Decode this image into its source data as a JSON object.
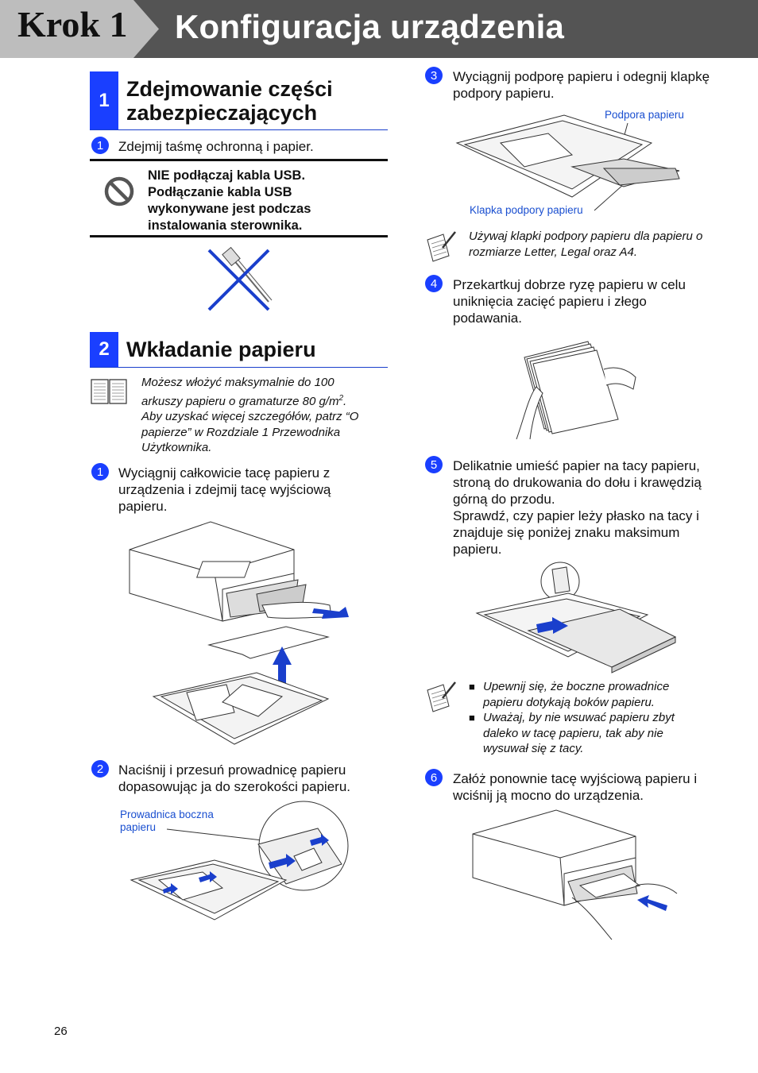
{
  "header": {
    "step": "Krok 1",
    "title": "Konfiguracja urządzenia"
  },
  "section1": {
    "number": "1",
    "title_line1": "Zdejmowanie części",
    "title_line2": "zabezpieczających",
    "step1": {
      "num": "1",
      "text": "Zdejmij taśmę ochronną i papier."
    },
    "warning": {
      "line1": "NIE podłączaj kabla USB.",
      "line2": "Podłączanie kabla USB",
      "line3": "wykonywane jest podczas",
      "line4": "instalowania sterownika."
    }
  },
  "section2": {
    "number": "2",
    "title": "Wkładanie papieru",
    "note": {
      "line1": "Możesz włożyć maksymalnie do 100",
      "line2a": "arkuszy papieru o gramaturze 80 g/m",
      "sup": "2",
      "line2b": ".",
      "line3": "Aby uzyskać więcej szczegółów, patrz “O",
      "line4": "papierze” w Rozdziale 1 Przewodnika",
      "line5": "Użytkownika."
    },
    "step1": {
      "num": "1",
      "line1": "Wyciągnij całkowicie tacę papieru z",
      "line2": "urządzenia i zdejmij tacę wyjściową",
      "line3": "papieru."
    },
    "step2": {
      "num": "2",
      "line1": "Naciśnij i przesuń prowadnicę papieru",
      "line2": "dopasowując ja do szerokości papieru.",
      "caption_line1": "Prowadnica boczna",
      "caption_line2": "papieru"
    }
  },
  "right": {
    "step3": {
      "num": "3",
      "line1": "Wyciągnij podporę papieru i odegnij klapkę",
      "line2": "podpory papieru.",
      "caption_top": "Podpora papieru",
      "caption_bottom": "Klapka podpory papieru"
    },
    "note3": {
      "line1": "Używaj klapki podpory papieru dla papieru o",
      "line2": "rozmiarze Letter, Legal oraz A4."
    },
    "step4": {
      "num": "4",
      "line1": "Przekartkuj dobrze ryzę papieru w celu",
      "line2": "uniknięcia zacięć papieru i złego",
      "line3": "podawania."
    },
    "step5": {
      "num": "5",
      "line1": "Delikatnie umieść papier na tacy papieru,",
      "line2": "stroną do drukowania do dołu i krawędzią",
      "line3": "górną do przodu.",
      "line4": "Sprawdź, czy papier leży płasko na tacy i",
      "line5": "znajduje się poniżej znaku maksimum",
      "line6": "papieru."
    },
    "note5": {
      "b1_line1": "Upewnij się, że boczne prowadnice",
      "b1_line2": "papieru dotykają boków papieru.",
      "b2_line1": "Uważaj, by nie wsuwać papieru zbyt",
      "b2_line2": "daleko w tacę papieru, tak aby nie",
      "b2_line3": "wysuwał się z tacy.",
      "bullet": "■"
    },
    "step6": {
      "num": "6",
      "line1": "Załóż ponownie tacę wyjściową papieru i",
      "line2": "wciśnij ją mocno do urządzenia."
    }
  },
  "page_number": "26",
  "colors": {
    "accent": "#1a3fff",
    "header_bg": "#545454",
    "krok_bg": "#bdbdbd",
    "caption": "#1a4fd0"
  }
}
